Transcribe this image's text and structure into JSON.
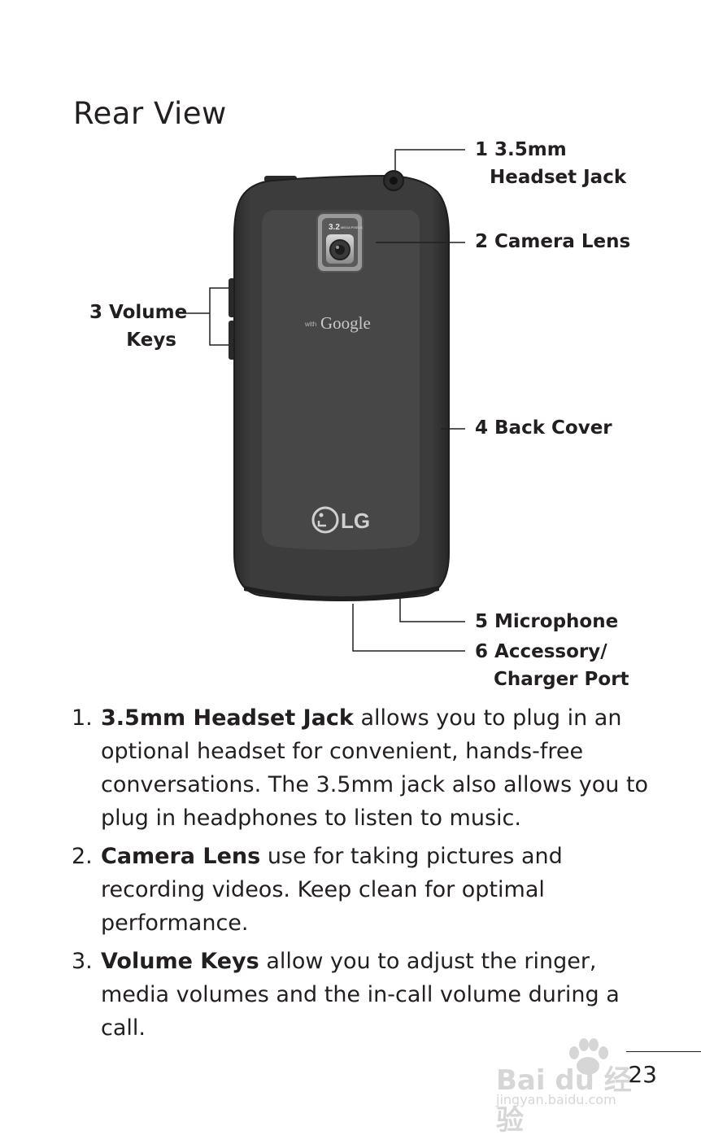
{
  "page": {
    "title": "Rear View",
    "page_number": "23"
  },
  "callouts": [
    {
      "num": "1",
      "line1": "3.5mm",
      "line2": "Headset Jack"
    },
    {
      "num": "2",
      "line1": "Camera Lens",
      "line2": ""
    },
    {
      "num": "3",
      "line1": "Volume",
      "line2": "Keys"
    },
    {
      "num": "4",
      "line1": "Back Cover",
      "line2": ""
    },
    {
      "num": "5",
      "line1": "Microphone",
      "line2": ""
    },
    {
      "num": "6",
      "line1": "Accessory/",
      "line2": "Charger Port"
    }
  ],
  "phone": {
    "brand": "LG",
    "google_prefix": "with",
    "google_text": "Google",
    "camera_badge_number": "3.2",
    "camera_badge_text": "MEGA PIXELS"
  },
  "descriptions": [
    {
      "num": "1.",
      "term": "3.5mm Headset Jack",
      "text": " allows you to plug in an optional headset for convenient, hands-free conversations. The 3.5mm jack also allows you to plug in headphones to listen to music."
    },
    {
      "num": "2.",
      "term": "Camera Lens",
      "text": " use for taking pictures and recording videos. Keep clean for optimal performance."
    },
    {
      "num": "3.",
      "term": "Volume Keys",
      "text": " allow you to adjust the ringer, media volumes and the in-call volume during a call."
    }
  ],
  "watermark": {
    "brand": "Bai du 经验",
    "url": "jingyan.baidu.com"
  },
  "colors": {
    "text": "#231f20",
    "phone_body": "#3a3a3a",
    "phone_panel": "#474747"
  }
}
